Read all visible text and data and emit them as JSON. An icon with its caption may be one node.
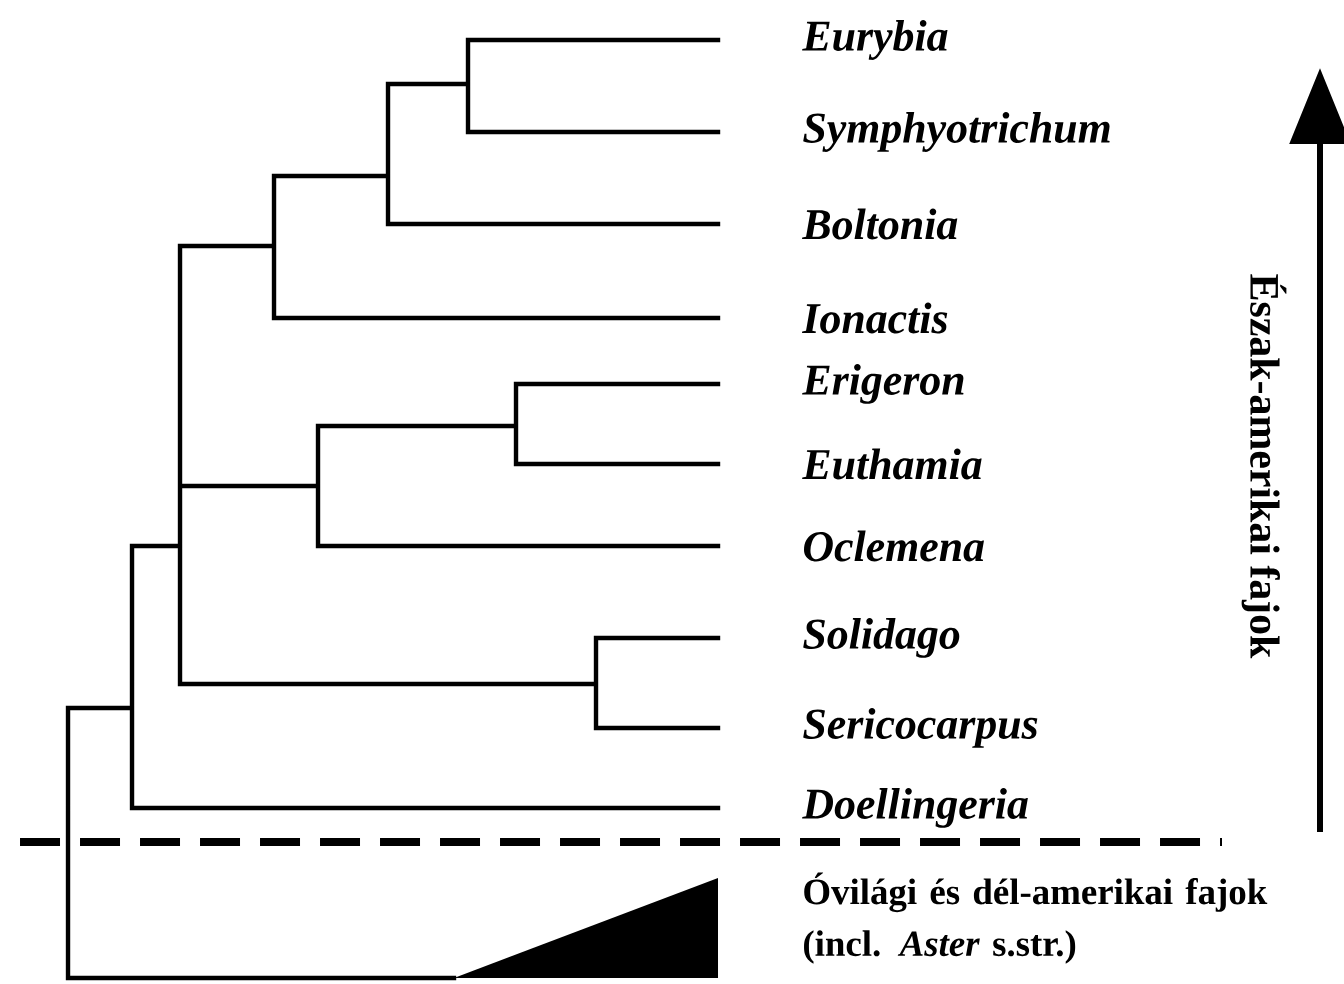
{
  "diagram": {
    "labels": [
      "Eurybia",
      "Symphyotrichum",
      "Boltonia",
      "Ionactis",
      "Erigeron",
      "Euthamia",
      "Oclemena",
      "Solidago",
      "Sericocarpus",
      "Doellingeria",
      "Észak-amerikai fajok",
      "Óvilági és dél-amerikai fajok (incl. *Aster* s.str.)"
    ]
  }
}
